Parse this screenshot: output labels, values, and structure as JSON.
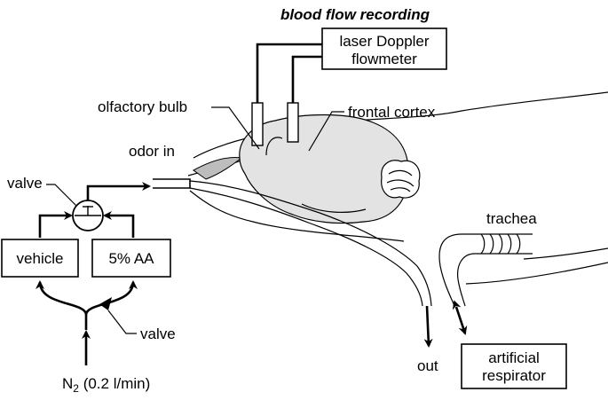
{
  "title": "blood flow recording",
  "labels": {
    "laser_doppler_line1": "laser Doppler",
    "laser_doppler_line2": "flowmeter",
    "olfactory_bulb": "olfactory bulb",
    "frontal_cortex": "frontal cortex",
    "odor_in": "odor in",
    "valve_top": "valve",
    "vehicle": "vehicle",
    "aa": "5% AA",
    "valve_bottom": "valve",
    "n2_main": "N",
    "n2_sub": "2",
    "n2_flow": " (0.2 l/min)",
    "trachea": "trachea",
    "out": "out",
    "respirator_line1": "artificial",
    "respirator_line2": "respirator"
  },
  "colors": {
    "tissue_gray": "#e3e3e3",
    "bulb_gray": "#bdbdbd",
    "ink": "#000000"
  }
}
